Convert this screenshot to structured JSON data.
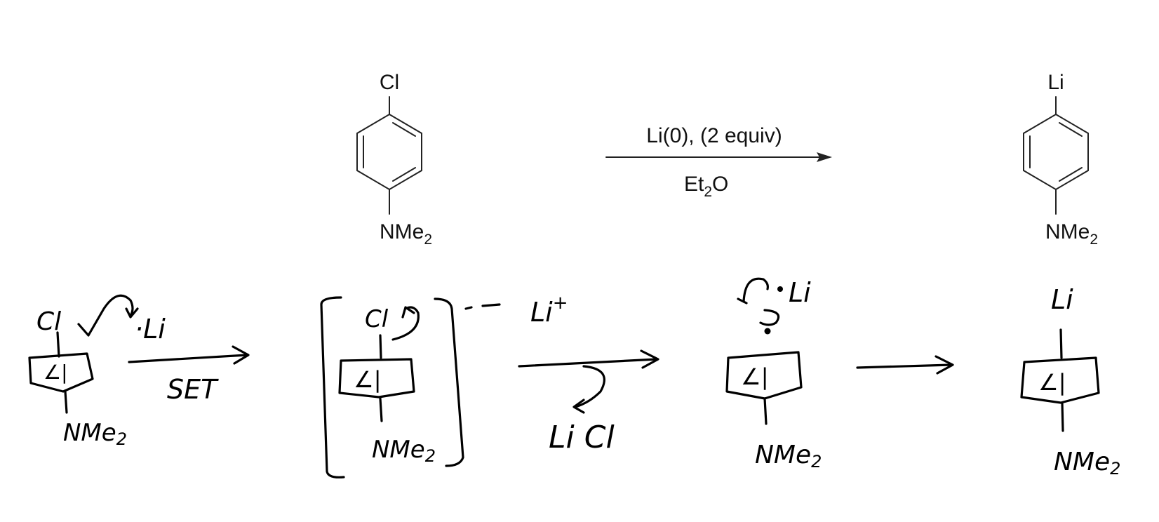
{
  "reaction": {
    "reactant": {
      "top_group": "Cl",
      "bottom_group": "NMe",
      "bottom_subscript": "2"
    },
    "reagents": {
      "above": "Li(0), (2 equiv)",
      "below_main": "Et",
      "below_subscript": "2",
      "below_tail": "O"
    },
    "product": {
      "top_group": "Li",
      "bottom_group": "NMe",
      "bottom_subscript": "2"
    }
  },
  "mechanism": {
    "step1": {
      "top_group": "Cl",
      "radical": "·Li",
      "bottom_group": "NMe",
      "bottom_subscript": "2",
      "arrow_label": "SET"
    },
    "step2": {
      "top_group": "Cl",
      "counter_ion": "Li",
      "counter_charge": "+",
      "bottom_group": "NMe",
      "bottom_subscript": "2",
      "byproduct": "Li Cl"
    },
    "step3": {
      "top_group": "Li",
      "bottom_group": "NMe",
      "bottom_subscript": "2"
    },
    "step4": {
      "top_group": "Li",
      "bottom_group": "NMe",
      "bottom_subscript": "2"
    }
  },
  "colors": {
    "ink": "#000000",
    "print": "#111111"
  }
}
